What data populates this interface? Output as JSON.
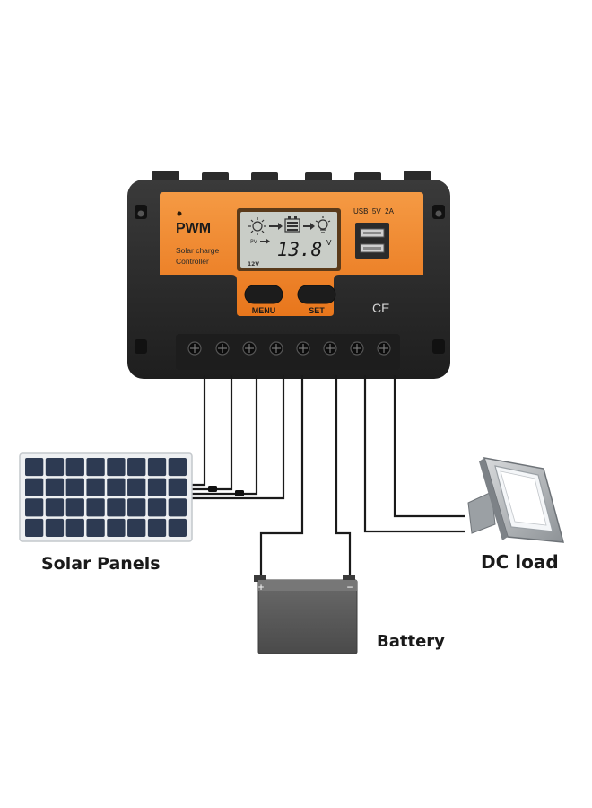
{
  "controller": {
    "brand": "PWM",
    "subtitle_line1": "Solar charge",
    "subtitle_line2": "Controller",
    "usb_label": "USB  5V  2A",
    "lcd_reading": "13.8",
    "lcd_unit": "V",
    "lcd_pv": "PV",
    "lcd_system": "12V",
    "menu_label": "MENU",
    "set_label": "SET",
    "ce_mark": "CE"
  },
  "captions": {
    "solar_panels": "Solar Panels",
    "dc_load": "DC load",
    "battery": "Battery"
  },
  "battery_terminals": {
    "positive": "+",
    "negative": "−"
  },
  "colors": {
    "orange": "#f28a2e",
    "body": "#2a2a2a",
    "lcd": "#c9cdc7",
    "panel_cell": "#2d3a52",
    "battery": "#5a5a5a",
    "wire": "#1a1a1a"
  }
}
